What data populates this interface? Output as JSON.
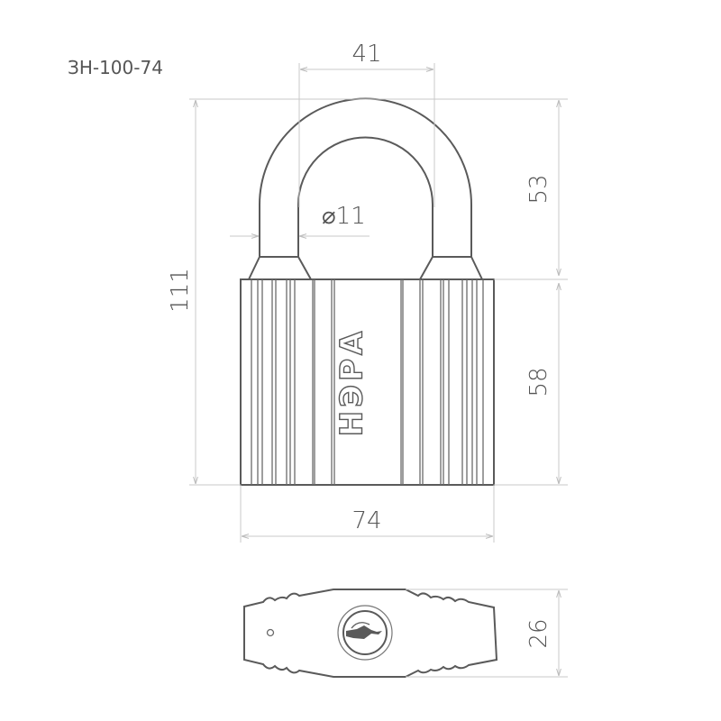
{
  "model": "ЗН-100-74",
  "brand": "НЭРА",
  "dimensions": {
    "shackle_width": "41",
    "shackle_diameter": "⌀11",
    "total_height": "111",
    "shackle_height": "53",
    "body_height": "58",
    "body_width": "74",
    "body_thickness": "26"
  },
  "colors": {
    "outline": "#5a5a5a",
    "dimension_line": "#c8c8c8",
    "text": "#555555"
  }
}
